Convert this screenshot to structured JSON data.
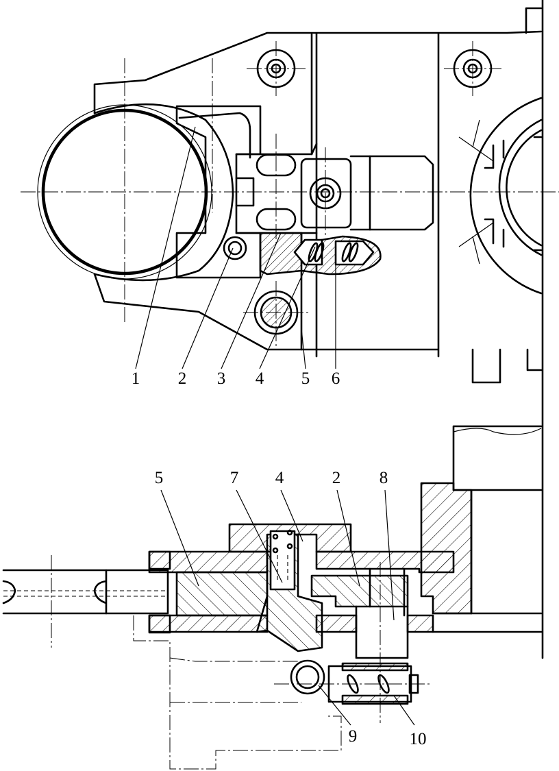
{
  "top_view": {
    "callouts": [
      "1",
      "2",
      "3",
      "4",
      "5",
      "6"
    ]
  },
  "bottom_view": {
    "callouts": [
      "5",
      "7",
      "4",
      "2",
      "8",
      "9",
      "10"
    ]
  },
  "colors": {
    "ink": "#000000",
    "paper": "#ffffff"
  }
}
